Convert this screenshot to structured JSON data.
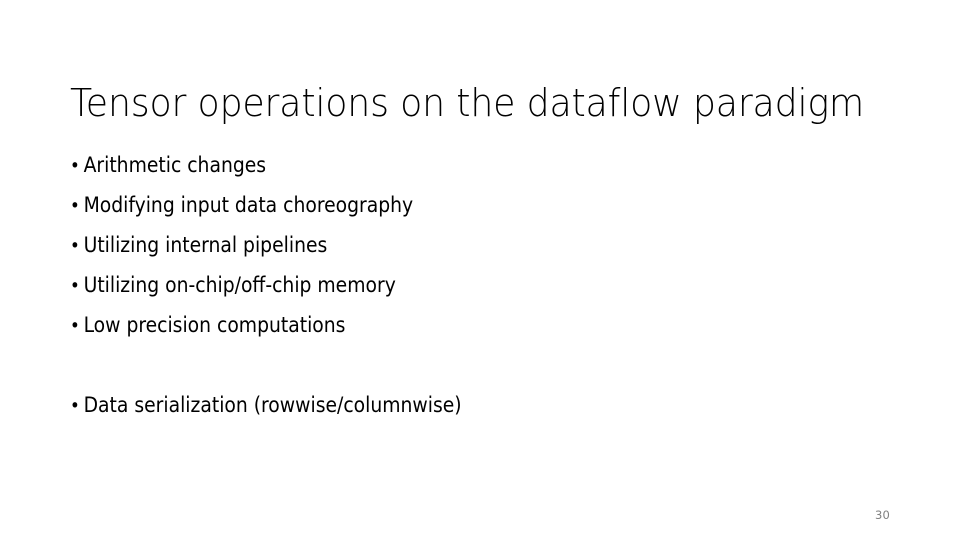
{
  "slide": {
    "title": "Tensor operations on the dataflow paradigm",
    "page_number": "30",
    "bullet_char": "•",
    "colors": {
      "background": "#ffffff",
      "text": "#000000",
      "page_number": "#808080"
    },
    "bullets_group_one": [
      {
        "text": "Arithmetic changes"
      },
      {
        "text": "Modifying input data choreography"
      },
      {
        "text": "Utilizing internal pipelines"
      },
      {
        "text": "Utilizing on-chip/off-chip memory"
      },
      {
        "text": "Low precision computations"
      }
    ],
    "bullets_group_two": [
      {
        "text": "Data serialization (rowwise/columnwise)"
      }
    ]
  }
}
